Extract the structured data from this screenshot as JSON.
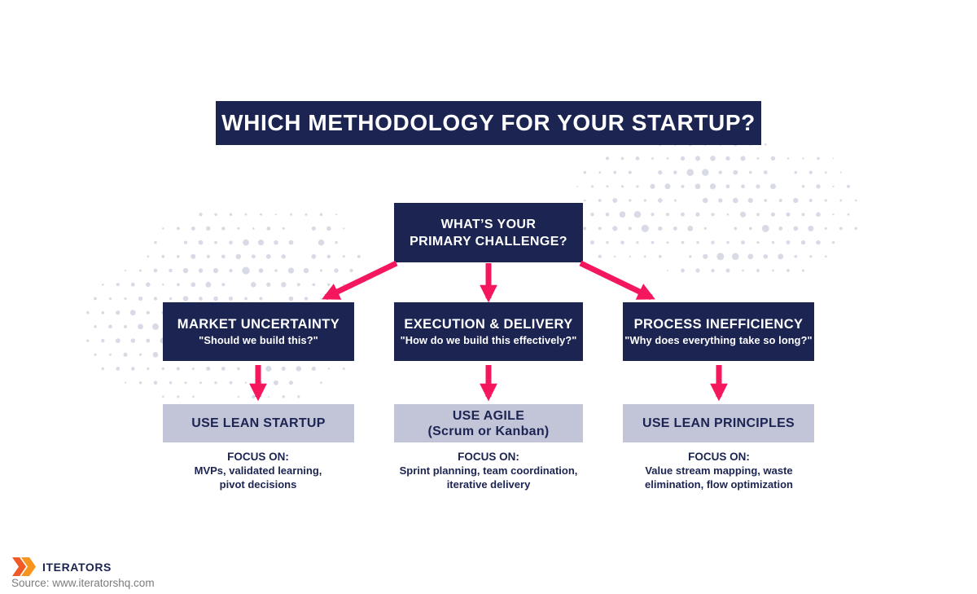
{
  "title": "WHICH METHODOLOGY FOR YOUR STARTUP?",
  "root_node": {
    "line1": "WHAT’S YOUR",
    "line2": "PRIMARY CHALLENGE?"
  },
  "branches": [
    {
      "title": "MARKET UNCERTAINTY",
      "question": "\"Should we build this?\"",
      "recommendation_line1": "USE LEAN STARTUP",
      "recommendation_line2": "",
      "focus_label": "FOCUS ON:",
      "focus_line1": "MVPs, validated learning,",
      "focus_line2": "pivot decisions"
    },
    {
      "title": "EXECUTION & DELIVERY",
      "question": "\"How do we build this effectively?\"",
      "recommendation_line1": "USE AGILE",
      "recommendation_line2": "(Scrum or Kanban)",
      "focus_label": "FOCUS ON:",
      "focus_line1": "Sprint planning, team coordination,",
      "focus_line2": "iterative delivery"
    },
    {
      "title": "PROCESS INEFFICIENCY",
      "question": "\"Why does everything take so long?\"",
      "recommendation_line1": "USE LEAN PRINCIPLES",
      "recommendation_line2": "",
      "focus_label": "FOCUS ON:",
      "focus_line1": "Value stream mapping, waste",
      "focus_line2": "elimination, flow optimization"
    }
  ],
  "footer": {
    "logo_text": "ITERATORS",
    "source": "Source: www.iteratorshq.com"
  },
  "colors": {
    "navy": "#1c2452",
    "pink": "#f4175e",
    "lavender": "#c2c4d8",
    "dot": "#d8dae6",
    "logo_orange_dark": "#f05a28",
    "logo_orange_light": "#f7941d",
    "source_gray": "#7c7c7e"
  }
}
